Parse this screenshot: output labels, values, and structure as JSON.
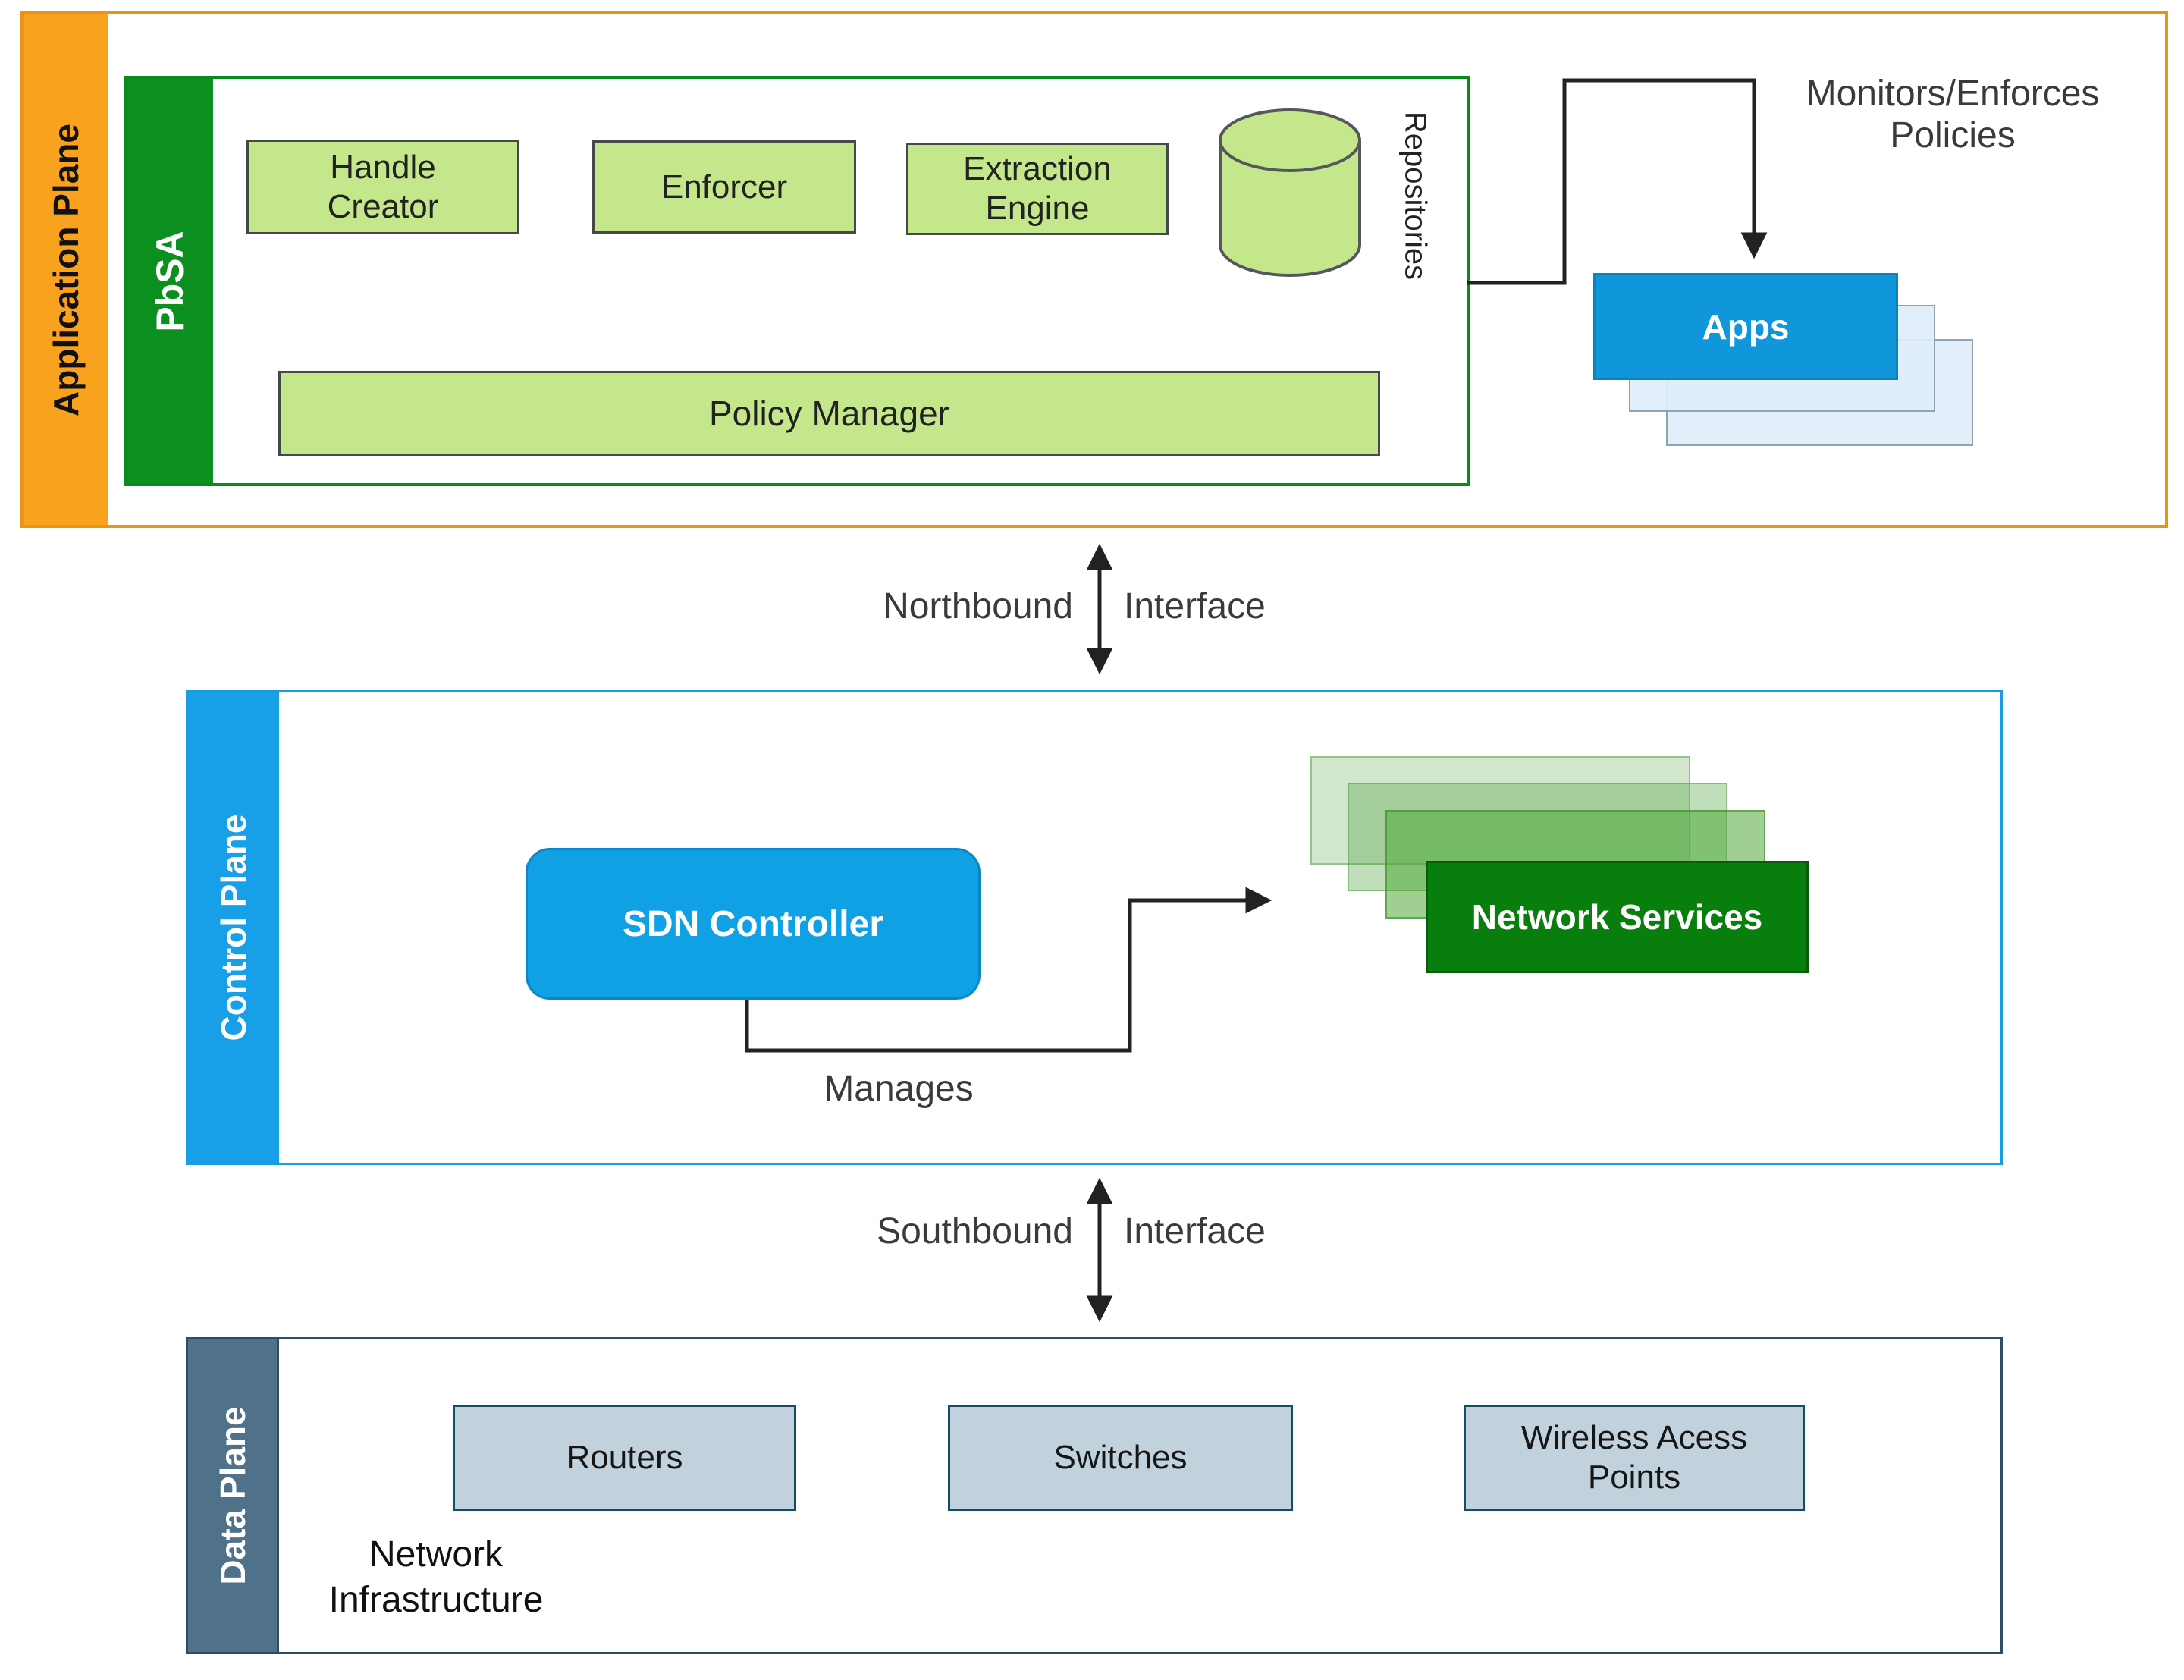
{
  "application_plane": {
    "label": "Application Plane",
    "pbsa": {
      "label": "PbSA",
      "handle_creator": "Handle\nCreator",
      "enforcer": "Enforcer",
      "extraction_engine": "Extraction\nEngine",
      "repositories": "Repositories",
      "policy_manager": "Policy Manager"
    },
    "apps_label": "Apps",
    "monitors_note": "Monitors/Enforces\nPolicies"
  },
  "northbound": {
    "left_label": "Northbound",
    "right_label": "Interface"
  },
  "control_plane": {
    "label": "Control Plane",
    "sdn_controller": "SDN Controller",
    "manages_label": "Manages",
    "network_services": "Network Services"
  },
  "southbound": {
    "left_label": "Southbound",
    "right_label": "Interface"
  },
  "data_plane": {
    "label": "Data Plane",
    "routers": "Routers",
    "switches": "Switches",
    "wireless_access_points": "Wireless Acess\nPoints",
    "network_infrastructure": "Network\nInfrastructure"
  },
  "colors": {
    "orange_fill": "#F9A21D",
    "orange_border": "#E99415",
    "pbsa_green": "#0B9020",
    "light_green_fill": "#C5E78C",
    "component_border": "#46484A",
    "app_blue": "#1096DA",
    "sdn_blue": "#10A0E4",
    "control_blue_border": "#1B9CE1",
    "network_services_green": "#087E0D",
    "data_slate": "#4F7189",
    "data_border": "#2F4D61",
    "device_fill": "#C1D2DC",
    "device_border": "#134F69",
    "connector": "#222222"
  }
}
